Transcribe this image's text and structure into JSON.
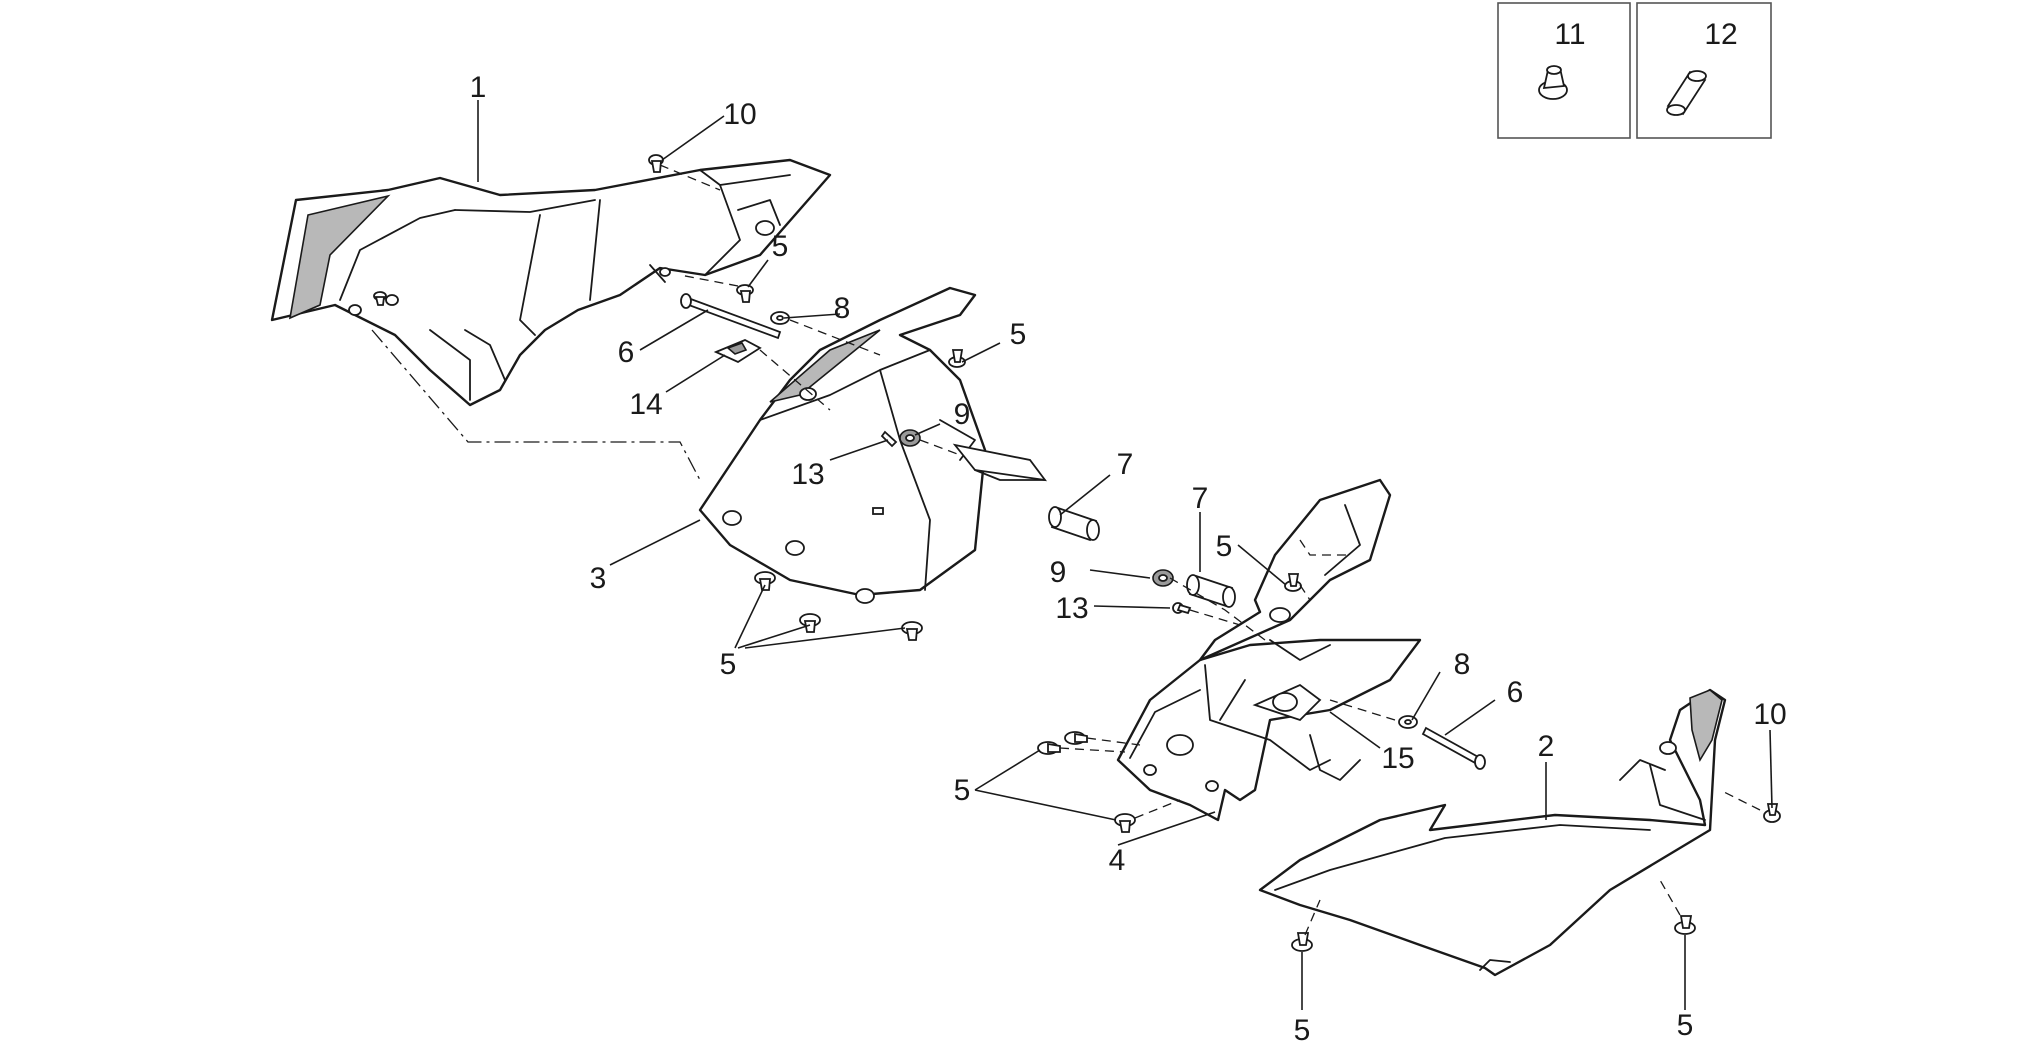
{
  "diagram": {
    "type": "exploded-parts-diagram",
    "colors": {
      "line": "#1a1a1a",
      "shade": "#b8b8b8",
      "background": "#ffffff"
    },
    "callouts": [
      {
        "id": "c1",
        "label": "1"
      },
      {
        "id": "c10a",
        "label": "10"
      },
      {
        "id": "c5a",
        "label": "5"
      },
      {
        "id": "c8a",
        "label": "8"
      },
      {
        "id": "c6a",
        "label": "6"
      },
      {
        "id": "c14",
        "label": "14"
      },
      {
        "id": "c5b",
        "label": "5"
      },
      {
        "id": "c9a",
        "label": "9"
      },
      {
        "id": "c13a",
        "label": "13"
      },
      {
        "id": "c7a",
        "label": "7"
      },
      {
        "id": "c3",
        "label": "3"
      },
      {
        "id": "c5c",
        "label": "5"
      },
      {
        "id": "c7b",
        "label": "7"
      },
      {
        "id": "c5d",
        "label": "5"
      },
      {
        "id": "c9b",
        "label": "9"
      },
      {
        "id": "c13b",
        "label": "13"
      },
      {
        "id": "c8b",
        "label": "8"
      },
      {
        "id": "c6b",
        "label": "6"
      },
      {
        "id": "c15",
        "label": "15"
      },
      {
        "id": "c2",
        "label": "2"
      },
      {
        "id": "c10b",
        "label": "10"
      },
      {
        "id": "c5e",
        "label": "5"
      },
      {
        "id": "c4",
        "label": "4"
      },
      {
        "id": "c5f",
        "label": "5"
      },
      {
        "id": "c5g",
        "label": "5"
      },
      {
        "id": "c11",
        "label": "11"
      },
      {
        "id": "c12",
        "label": "12"
      }
    ]
  }
}
